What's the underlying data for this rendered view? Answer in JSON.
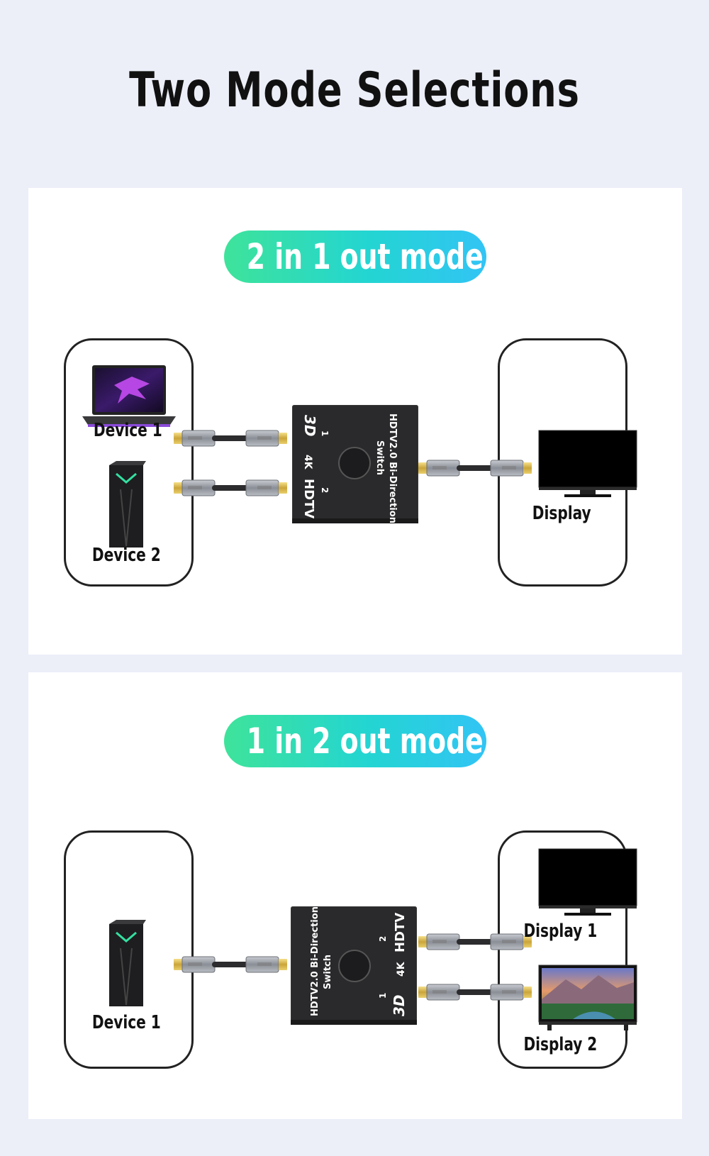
{
  "title": "Two Mode Selections",
  "mode1": {
    "label": "2 in 1 out mode",
    "inputs": [
      "Device 1",
      "Device 2"
    ],
    "outputs": [
      "Display"
    ]
  },
  "mode2": {
    "label": "1 in 2 out mode",
    "inputs": [
      "Device 1"
    ],
    "outputs": [
      "Display 1",
      "Display 2"
    ]
  },
  "switch": {
    "line1": "HDTV2.0 Bi-Direction",
    "line2": "Switch",
    "port1": "1",
    "port2": "2",
    "badge_3d": "3D",
    "badge_4k": "4K",
    "badge_hdtv": "HDTV"
  },
  "colors": {
    "background": "#eceef8",
    "pill_start": "#3ee39a",
    "pill_end": "#32c4f5",
    "switch_body": "#2a2a2c"
  },
  "icons": [
    "laptop-icon",
    "pc-tower-icon",
    "tv-icon",
    "hdmi-cable-icon",
    "switch-button-icon"
  ]
}
